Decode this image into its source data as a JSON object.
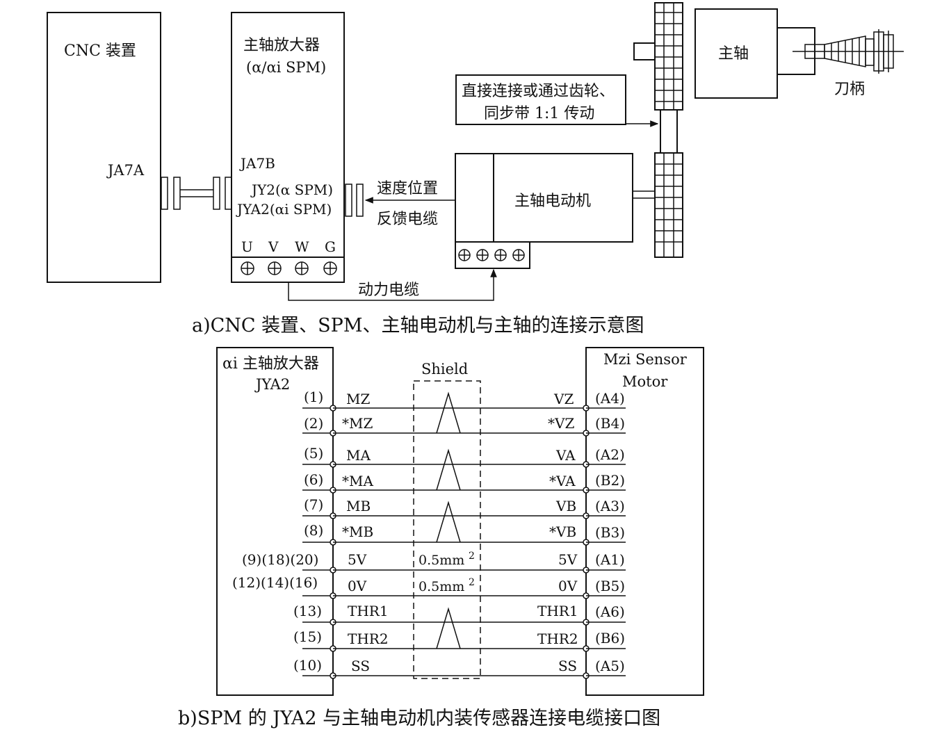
{
  "diagram_a": {
    "cnc_label": "CNC 装置",
    "cnc_port": "JA7A",
    "spm_title": "主轴放大器",
    "spm_subtitle": "(α/αi SPM)",
    "spm_port_ja7b": "JA7B",
    "spm_port_jy2": "JY2(α SPM)",
    "spm_port_jya2": "JYA2(αi SPM)",
    "terminals": [
      "U",
      "V",
      "W",
      "G"
    ],
    "feedback_label_1": "速度位置",
    "feedback_label_2": "反馈电缆",
    "power_cable_label": "动力电缆",
    "motor_label": "主轴电动机",
    "coupling_note_1": "直接连接或通过齿轮、",
    "coupling_note_2": "同步带 1:1 传动",
    "spindle_label": "主轴",
    "tool_holder_label": "刀柄",
    "caption": "a)CNC 装置、SPM、主轴电动机与主轴的连接示意图"
  },
  "diagram_b": {
    "left_title_1": "αi 主轴放大器",
    "left_title_2": "JYA2",
    "right_title_1": "Mzi Sensor",
    "right_title_2": "Motor",
    "shield_label": "Shield",
    "signals": [
      {
        "pin": "(1)",
        "left": "MZ",
        "right": "VZ",
        "rpin": "(A4)",
        "note": ""
      },
      {
        "pin": "(2)",
        "left": "*MZ",
        "right": "*VZ",
        "rpin": "(B4)",
        "note": ""
      },
      {
        "pin": "(5)",
        "left": "MA",
        "right": "VA",
        "rpin": "(A2)",
        "note": ""
      },
      {
        "pin": "(6)",
        "left": "*MA",
        "right": "*VA",
        "rpin": "(B2)",
        "note": ""
      },
      {
        "pin": "(7)",
        "left": "MB",
        "right": "VB",
        "rpin": "(A3)",
        "note": ""
      },
      {
        "pin": "(8)",
        "left": "*MB",
        "right": "*VB",
        "rpin": "(B3)",
        "note": ""
      },
      {
        "pin": "(9)(18)(20)",
        "left": "5V",
        "right": "5V",
        "rpin": "(A1)",
        "note": "0.5mm"
      },
      {
        "pin": "(12)(14)(16)",
        "left": "0V",
        "right": "0V",
        "rpin": "(B5)",
        "note": "0.5mm"
      },
      {
        "pin": "(13)",
        "left": "THR1",
        "right": "THR1",
        "rpin": "(A6)",
        "note": ""
      },
      {
        "pin": "(15)",
        "left": "THR2",
        "right": "THR2",
        "rpin": "(B6)",
        "note": ""
      },
      {
        "pin": "(10)",
        "left": "SS",
        "right": "SS",
        "rpin": "(A5)",
        "note": ""
      }
    ],
    "note_superscript": "2",
    "caption": "b)SPM 的 JYA2 与主轴电动机内装传感器连接电缆接口图"
  }
}
